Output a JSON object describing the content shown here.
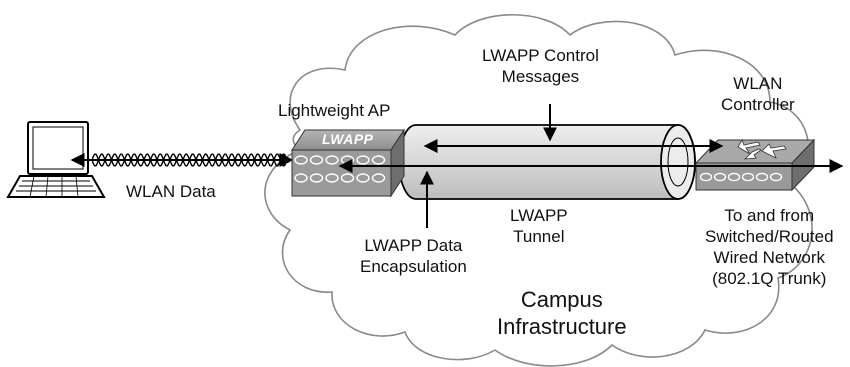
{
  "nodes": {
    "laptop": {
      "name": "laptop-icon"
    },
    "access_point": {
      "label": "Lightweight AP",
      "logo": "LWAPP",
      "icon": "access-point-icon"
    },
    "controller": {
      "label_lines": [
        "WLAN",
        "Controller"
      ],
      "icon": "wlan-controller-icon"
    },
    "campus": {
      "label_lines": [
        "Campus",
        "Infrastructure"
      ],
      "icon": "cloud-shape"
    },
    "tunnel": {
      "label_lines": [
        "LWAPP",
        "Tunnel"
      ]
    }
  },
  "annotations": {
    "wlan_data": "WLAN Data",
    "control_messages": [
      "LWAPP Control",
      "Messages"
    ],
    "data_encapsulation": [
      "LWAPP Data",
      "Encapsulation"
    ],
    "wired_network": [
      "To and from",
      "Switched/Routed",
      "Wired Network",
      "(802.1Q Trunk)"
    ]
  },
  "colors": {
    "cloud_outline": "#8a8a8a",
    "tunnel_fill": "#d4d4d4",
    "device_fill": "#9a9a9a",
    "device_dark": "#6e6e6e",
    "line": "#000000"
  }
}
